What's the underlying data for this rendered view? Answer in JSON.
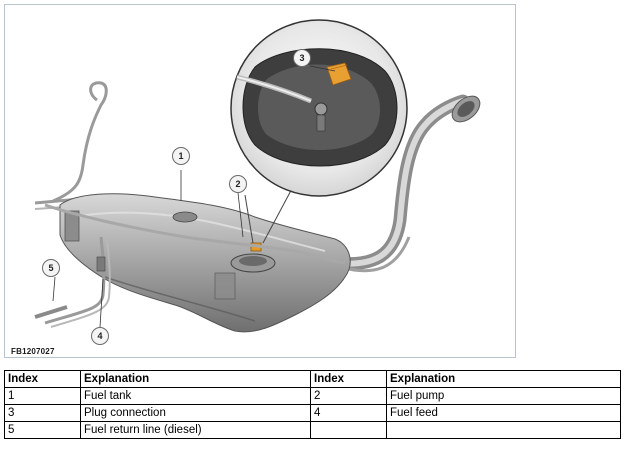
{
  "figure": {
    "code": "FB1207027",
    "callouts": {
      "c1": "1",
      "c2": "2",
      "c3": "3",
      "c4": "4",
      "c5": "5"
    }
  },
  "legend": {
    "headers": {
      "index_1": "Index",
      "explanation_1": "Explanation",
      "index_2": "Index",
      "explanation_2": "Explanation"
    },
    "rows": [
      {
        "index_1": "1",
        "explanation_1": "Fuel tank",
        "index_2": "2",
        "explanation_2": "Fuel pump"
      },
      {
        "index_1": "3",
        "explanation_1": "Plug connection",
        "index_2": "4",
        "explanation_2": "Fuel feed"
      },
      {
        "index_1": "5",
        "explanation_1": "Fuel return line (diesel)",
        "index_2": "",
        "explanation_2": ""
      }
    ]
  }
}
